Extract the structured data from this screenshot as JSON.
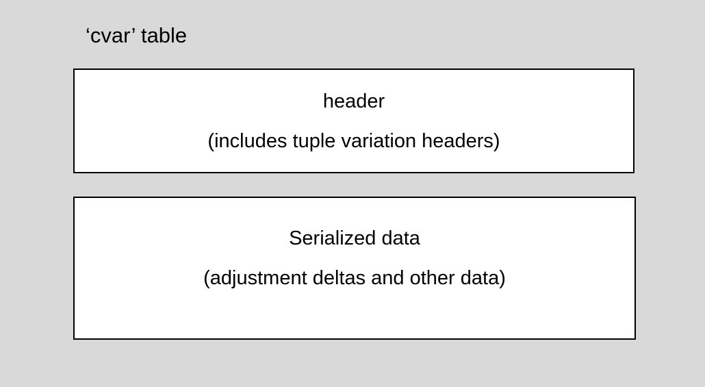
{
  "title": "‘cvar’ table",
  "colors": {
    "background": "#d9d9d9",
    "box_fill": "#ffffff",
    "box_border": "#000000",
    "text": "#000000"
  },
  "boxes": [
    {
      "name": "header",
      "line1": "header",
      "line2": "(includes tuple variation headers)"
    },
    {
      "name": "serialized-data",
      "line1": "Serialized data",
      "line2": "(adjustment deltas and other data)"
    }
  ]
}
